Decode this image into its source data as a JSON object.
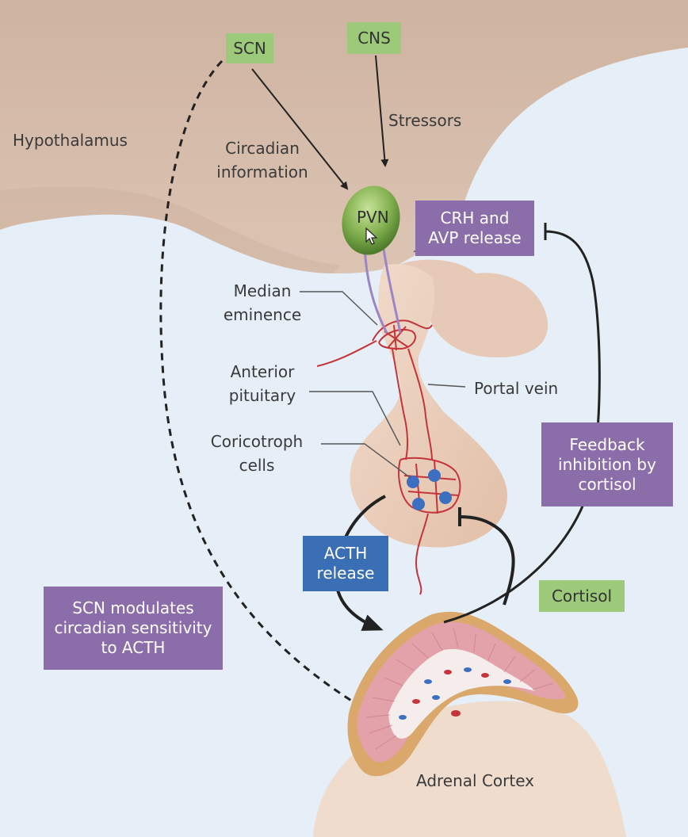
{
  "tags": {
    "scn": "SCN",
    "cns": "CNS",
    "cortisol": "Cortisol"
  },
  "labels": {
    "hypothalamus": "Hypothalamus",
    "circadian_information": "Circadian\ninformation",
    "stressors": "Stressors",
    "pvn": "PVN",
    "median_eminence": "Median\neminence",
    "anterior_pituitary": "Anterior\npituitary",
    "portal_vein": "Portal vein",
    "corticotroph_cells": "Coricotroph\ncells",
    "adrenal_cortex": "Adrenal Cortex"
  },
  "boxes": {
    "crh_avp_release": "CRH and\nAVP release",
    "feedback_inhibition": "Feedback\ninhibition by\ncortisol",
    "acth_release": "ACTH\nrelease",
    "scn_modulates": "SCN modulates\ncircadian sensitivity\nto ACTH"
  },
  "colors": {
    "background": "#e6eef7",
    "hypothalamus": "#d8bfae",
    "pituitary": "#edd2bf",
    "green_tag": "#9dca7a",
    "purple_box": "#8b6ea9",
    "blue_box": "#3a6fb6",
    "vessel": "#c4343a",
    "neuron": "#9a86c6",
    "cell": "#3d6fc0",
    "adrenal": "#e3a2aa"
  }
}
